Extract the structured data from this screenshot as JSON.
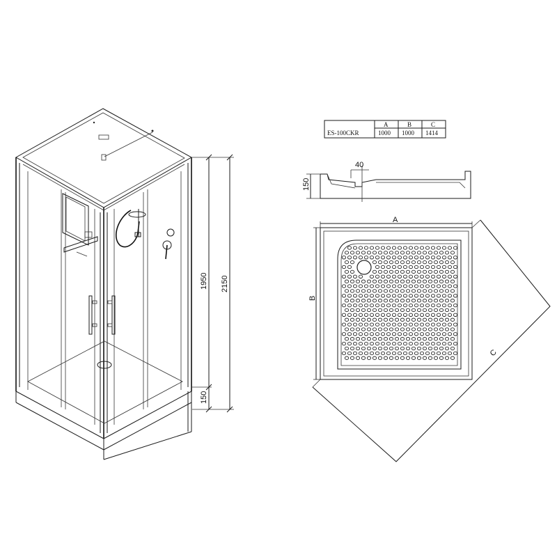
{
  "spec_table": {
    "headers": [
      "",
      "A",
      "B",
      "C"
    ],
    "rows": [
      [
        "ES-100CKR",
        "1000",
        "1000",
        "1414"
      ]
    ]
  },
  "cabin_dimensions": {
    "total_height": "2150",
    "glass_height": "1950",
    "tray_height": "150"
  },
  "tray_profile": {
    "height_label": "150",
    "lip_label": "40"
  },
  "tray_plan": {
    "width_label": "A",
    "depth_label": "B",
    "diagonal_label": "C"
  }
}
